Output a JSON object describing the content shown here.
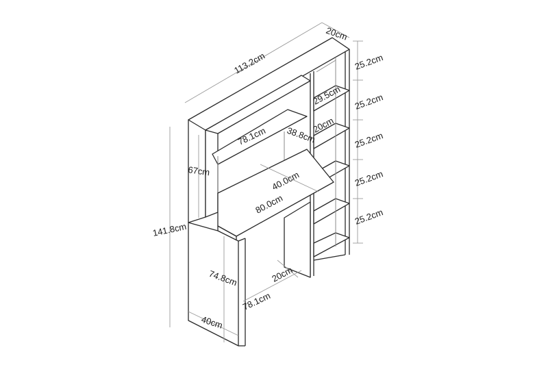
{
  "diagram": {
    "subject": "Desk with hutch and side shelving unit",
    "dimensions": {
      "total_width": "113.2cm",
      "unit_depth": "20cm",
      "shelf_heights": [
        "25.2cm",
        "25.2cm",
        "25.2cm",
        "25.2cm",
        "25.2cm"
      ],
      "side_shelf_width": "29.5cm",
      "side_shelf_depth": "20cm",
      "hutch_shelf_width": "78.1cm",
      "hutch_clearance": "38.8cm",
      "hutch_height": "67cm",
      "desk_depth": "40.0cm",
      "desk_width": "80.0cm",
      "total_height": "141.8cm",
      "desk_height": "74.8cm",
      "leg_depth": "40cm",
      "under_desk_width": "78.1cm",
      "support_depth": "20cm"
    }
  }
}
